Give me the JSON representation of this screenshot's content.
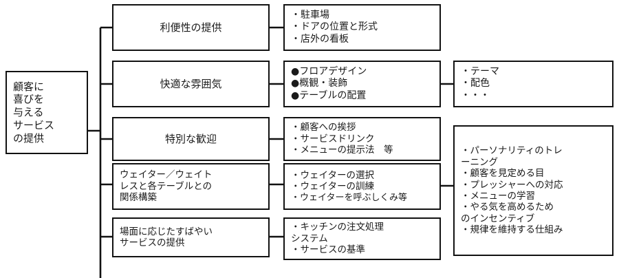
{
  "diagram": {
    "title": "顧客に喜びを与えるサービスの提供 ツリー図",
    "root": {
      "lines": [
        "顧客に",
        "喜びを",
        "与える",
        "サービス",
        "の提供"
      ]
    },
    "branches": [
      {
        "name": "利便性の提供",
        "label_lines": [
          "利便性の提供"
        ],
        "detail_lines": [
          "・駐車場",
          "・ドアの位置と形式",
          "・店外の看板"
        ],
        "bullet_style": "small-dot"
      },
      {
        "name": "快適な雰囲気",
        "label_lines": [
          "快適な雰囲気"
        ],
        "detail_lines": [
          "●フロアデザイン",
          "●概観・装飾",
          "●テーブルの配置"
        ],
        "bullet_style": "large-dot",
        "subdetail_lines": [
          "・テーマ",
          "・配色",
          "・・・"
        ]
      },
      {
        "name": "特別な歓迎",
        "label_lines": [
          "特別な歓迎"
        ],
        "detail_lines": [
          "・顧客への挨拶",
          "・サービスドリンク",
          "・メニューの提示法　等"
        ],
        "bullet_style": "small-dot"
      },
      {
        "name": "ウェイター／ウェイトレスと各テーブルとの関係構築",
        "label_lines": [
          "ウェイター／ウェイト",
          "レスと各テーブルとの",
          "関係構築"
        ],
        "detail_lines": [
          "・ウェイターの選択",
          "・ウェイターの訓練",
          "・ウェイターを呼ぶしくみ等"
        ],
        "bullet_style": "small-dot"
      },
      {
        "name": "場面に応じたすばやいサービスの提供",
        "label_lines": [
          "場面に応じたすばやい",
          "サービスの提供"
        ],
        "detail_lines": [
          "・キッチンの注文処理",
          "システム",
          "・サービスの基準"
        ],
        "bullet_style": "small-dot"
      }
    ],
    "training_box": {
      "lines": [
        "・パーソナリティのトレ",
        "ーニング",
        "・顧客を見定める目",
        "・プレッシャーへの対応",
        "・メニューの学習",
        "・やる気を高めるため",
        "のインセンティブ",
        "・規律を維持する仕組み"
      ]
    },
    "colors": {
      "line": "#111111",
      "background": "#ffffff",
      "text": "#1a1a1a"
    }
  }
}
